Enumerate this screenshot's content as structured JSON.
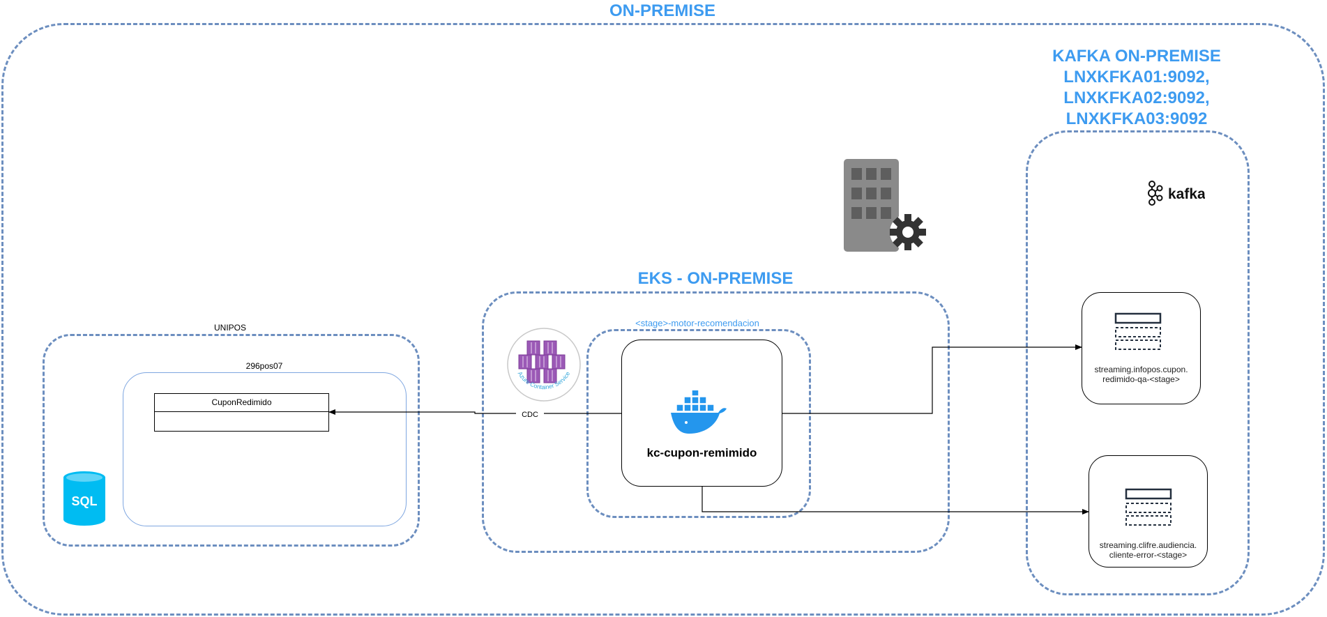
{
  "zones": {
    "on_premise_title": "ON-PREMISE",
    "kafka_title_lines": [
      "KAFKA ON-PREMISE",
      "LNXKFKA01:9092,",
      "LNXKFKA02:9092,",
      "LNXKFKA03:9092"
    ],
    "eks_title": "EKS - ON-PREMISE",
    "motor_label": "<stage>-motor-recomendacion",
    "unipos_label": "UNIPOS",
    "server_label": "296pos07"
  },
  "table": {
    "name": "CuponRedimido"
  },
  "service": {
    "name": "kc-cupon-remimido"
  },
  "edges": {
    "cdc_label": "CDC"
  },
  "topics": [
    {
      "line1": "streaming.infopos.cupon.",
      "line2": "redimido-qa-<stage>"
    },
    {
      "line1": "streaming.clifre.audiencia.",
      "line2": "cliente-error-<stage>"
    }
  ],
  "icons": {
    "sql_text": "SQL",
    "kafka_logo_text": "kafka",
    "azure_container_badge": "Azure Container Service"
  },
  "colors": {
    "accent_blue": "#3d9bf0",
    "dashed_border": "#6c8ebf",
    "sql_cyan": "#00bcf2",
    "docker_blue": "#2496ed",
    "azure_purple": "#9b59b6"
  }
}
